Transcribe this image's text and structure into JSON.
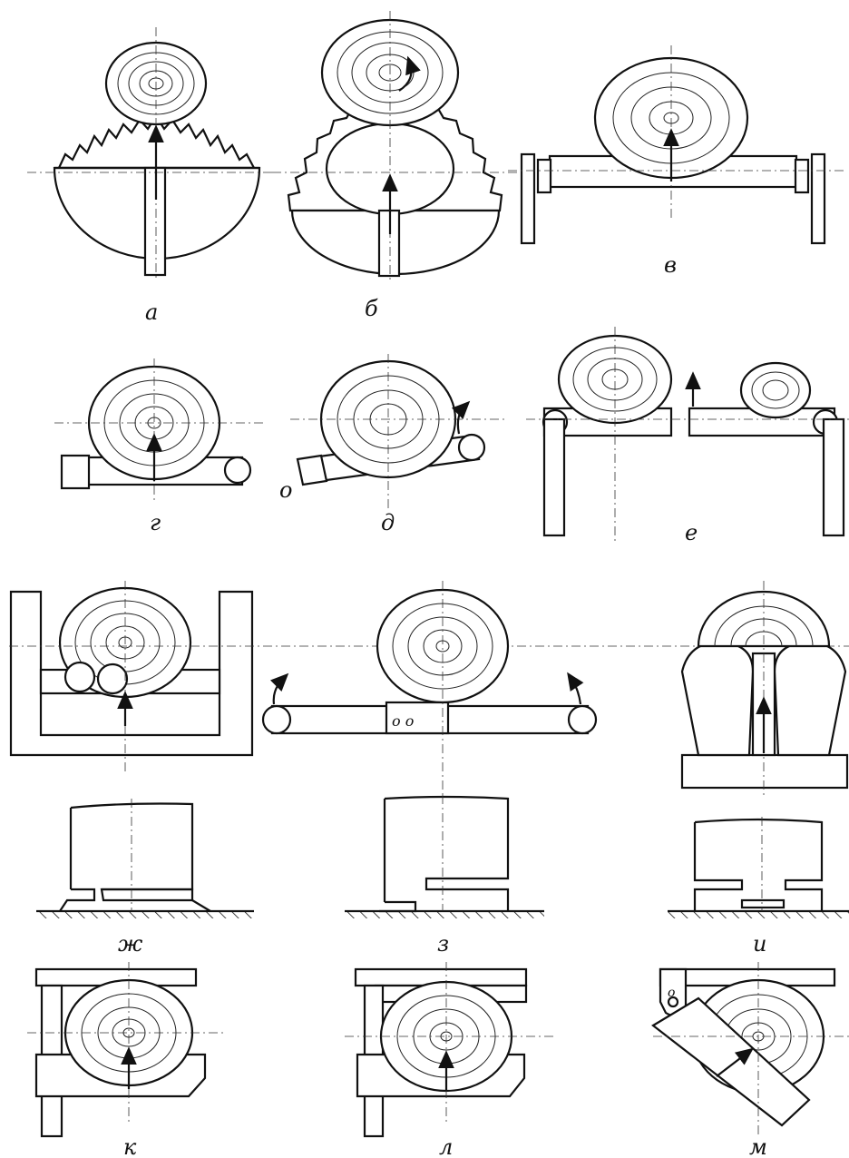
{
  "figure": {
    "panel_labels": {
      "a": "а",
      "b": "б",
      "v": "в",
      "g": "г",
      "d": "д",
      "e": "е",
      "zh": "ж",
      "z": "з",
      "i": "и",
      "k": "к",
      "l": "л",
      "m": "м"
    },
    "annotations": {
      "pivot_o": "о",
      "pivot_oo1": "о о",
      "pivot_m": "о"
    }
  },
  "colors": {
    "ink": "#111111",
    "paper": "#ffffff"
  }
}
